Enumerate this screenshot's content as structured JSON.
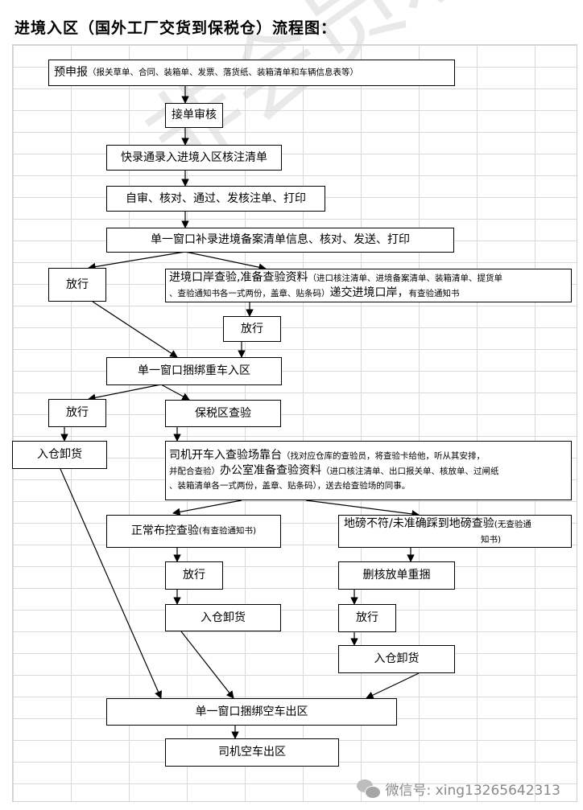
{
  "title": "进境入区（国外工厂交货到保税仓）流程图：",
  "watermark": "非会员水印",
  "footer": {
    "wechat_label": "微信号: xing13265642313",
    "icon": "wechat-icon"
  },
  "nodes": {
    "n1": {
      "main": "预申报",
      "note": "（报关草单、合同、装箱单、发票、落货纸、装箱清单和车辆信息表等）"
    },
    "n2": {
      "main": "接单审核"
    },
    "n3": {
      "main": "快录通录入进境入区核注清单"
    },
    "n4": {
      "main": "自审、核对、通过、发核注单、打印"
    },
    "n5": {
      "main": "单一窗口补录进境备案清单信息、核对、发送、打印"
    },
    "n6": {
      "main": "放行"
    },
    "n7": {
      "main1": "进境口岸查验,准备查验资料",
      "note1": "（进口核注清单、进境备案清单、装箱清单、提货单",
      "note2": "、查验通知书各一式两份，盖章、贴条码）",
      "main2": "递交进境口岸，",
      "note3": "有查验通知书"
    },
    "n8": {
      "main": "放行"
    },
    "n9": {
      "main": "单一窗口捆绑重车入区"
    },
    "n10": {
      "main": "放行"
    },
    "n11": {
      "main": "保税区查验"
    },
    "n12": {
      "main": "入仓卸货"
    },
    "n13": {
      "main1": "司机开车入查验场靠台",
      "note1": "（找对应仓库的查验员，将查验卡给他，听从其安排，",
      "note2": "并配合查验）",
      "main2": "办公室准备查验资料",
      "note3": "（进口核注清单、出口报关单、核放单、过闸纸",
      "note4": "、装箱清单各一式两份，盖章、贴条码），送去给查验场的同事。"
    },
    "n14": {
      "main": "正常布控查验",
      "note": "(有查验通知书)"
    },
    "n15": {
      "main": "地磅不符/未准确踩到地磅查验",
      "note1": "(无查验通",
      "note2": "知书)"
    },
    "n16": {
      "main": "放行"
    },
    "n17": {
      "main": "删核放单重捆"
    },
    "n18": {
      "main": "入仓卸货"
    },
    "n19": {
      "main": "放行"
    },
    "n20": {
      "main": "入仓卸货"
    },
    "n21": {
      "main": "单一窗口捆绑空车出区"
    },
    "n22": {
      "main": "司机空车出区"
    }
  }
}
